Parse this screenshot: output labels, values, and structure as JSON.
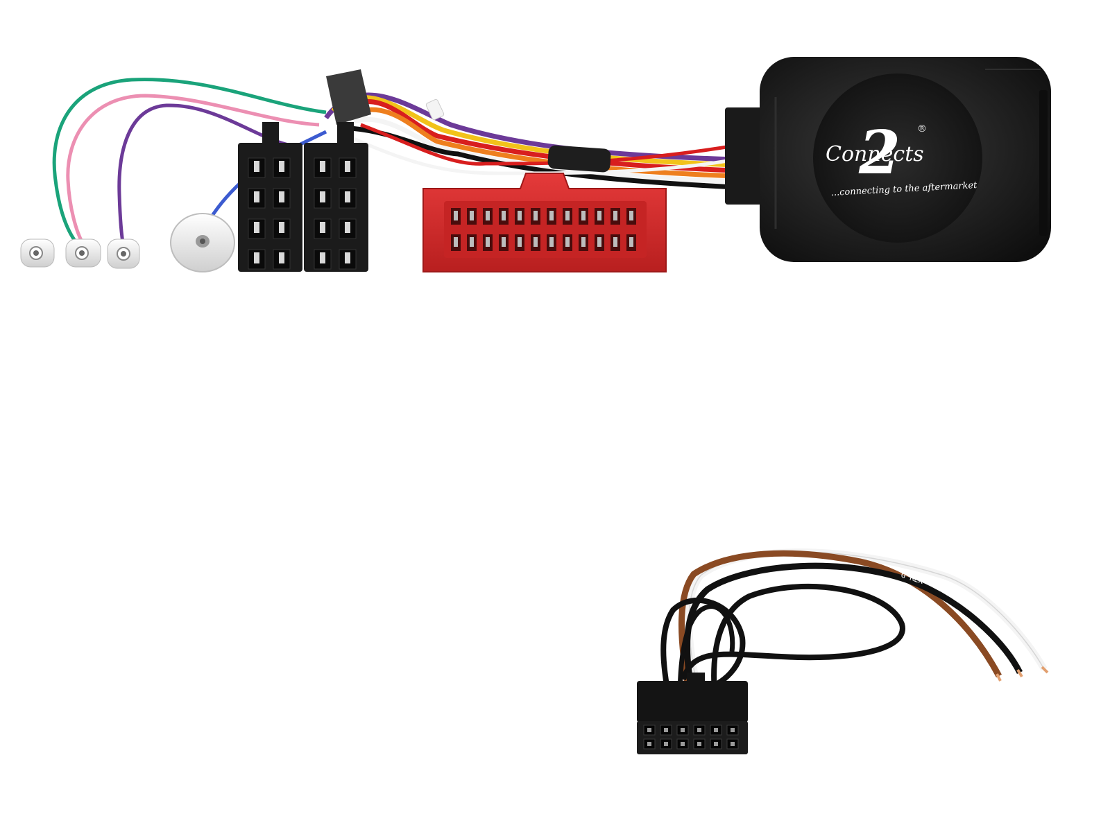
{
  "module": {
    "brand": "Connects",
    "brand_number": "2",
    "registered_mark": "®",
    "tagline": "...connecting to the aftermarket"
  },
  "patch_lead": {
    "cable_print": "G REK"
  },
  "colors": {
    "module_body": "#1c1c1c",
    "vehicle_connector": "#d42a2a",
    "iso_connector": "#1b1b1b",
    "wire_green": "#1aa37a",
    "wire_pink": "#ec8fb2",
    "wire_purple": "#6c3a98",
    "wire_blue": "#3c5bd0",
    "wire_yellow": "#f2c21a",
    "wire_red": "#d81e1e",
    "wire_orange": "#ee7f1e",
    "wire_white": "#f4f4f4",
    "wire_black": "#111111",
    "wire_brown": "#8a4a23"
  }
}
